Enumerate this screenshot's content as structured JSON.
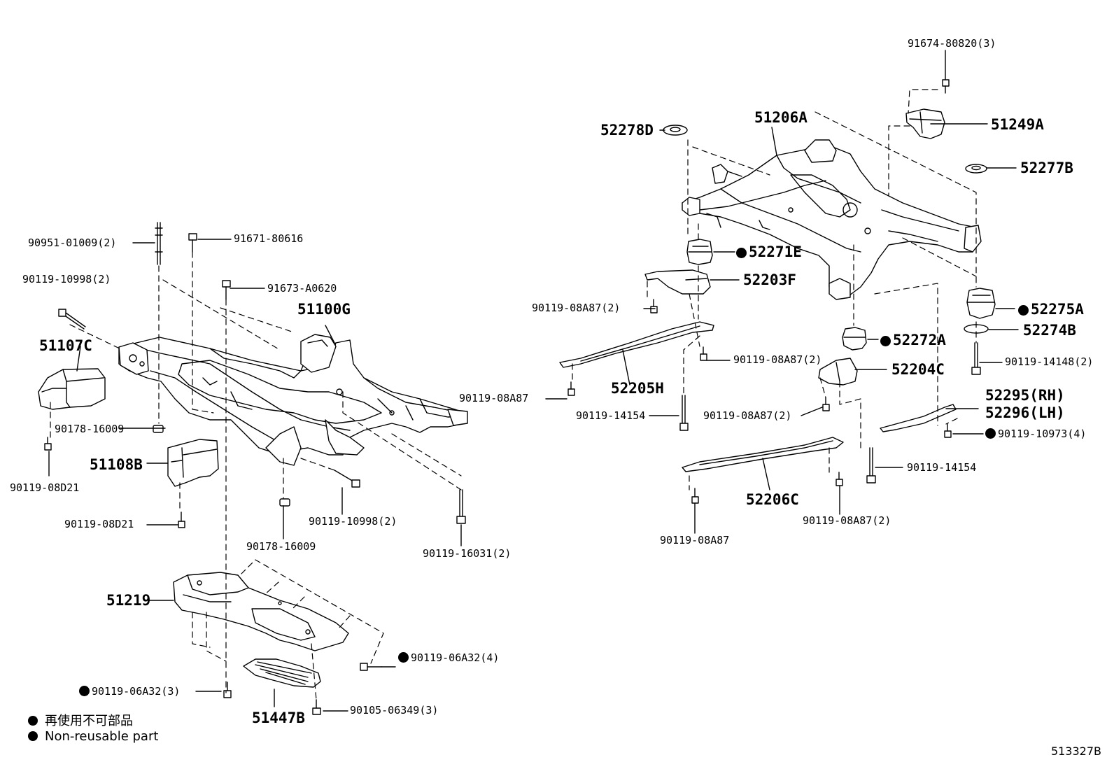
{
  "labels": {
    "p91674_80820": "91674-80820(3)",
    "p51249A": "51249A",
    "p52278D": "52278D",
    "p51206A": "51206A",
    "p52277B": "52277B",
    "p52271E": "52271E",
    "p52203F": "52203F",
    "p90119_08A87_2_a": "90119-08A87(2)",
    "p52275A": "52275A",
    "p52274B": "52274B",
    "p52272A": "52272A",
    "p90119_14148": "90119-14148(2)",
    "p90119_08A87_2_b": "90119-08A87(2)",
    "p52204C": "52204C",
    "p52205H": "52205H",
    "p90119_08A87_c": "90119-08A87",
    "p90119_14154_a": "90119-14154",
    "p90119_08A87_2_d": "90119-08A87(2)",
    "p52295": "52295(RH)",
    "p52296": "52296(LH)",
    "p90119_10973": "90119-10973(4)",
    "p90119_14154_b": "90119-14154",
    "p52206C": "52206C",
    "p90119_08A87_e": "90119-08A87",
    "p90119_08A87_2_f": "90119-08A87(2)",
    "p90951_01009": "90951-01009(2)",
    "p91671_80616": "91671-80616",
    "p90119_10998_a": "90119-10998(2)",
    "p91673_A0620": "91673-A0620",
    "p51100G": "51100G",
    "p51107C": "51107C",
    "p90178_16009_a": "90178-16009",
    "p90119_08D21_a": "90119-08D21",
    "p51108B": "51108B",
    "p90119_08D21_b": "90119-08D21",
    "p90119_10998_b": "90119-10998(2)",
    "p90178_16009_b": "90178-16009",
    "p90119_16031": "90119-16031(2)",
    "p51219": "51219",
    "p90119_06A32_4": "90119-06A32(4)",
    "p90119_06A32_3": "90119-06A32(3)",
    "p90105_06349": "90105-06349(3)",
    "p51447B": "51447B"
  },
  "legend": {
    "japanese": "再使用不可部品",
    "english": "Non-reusable part"
  },
  "illustration_code": "513327B"
}
